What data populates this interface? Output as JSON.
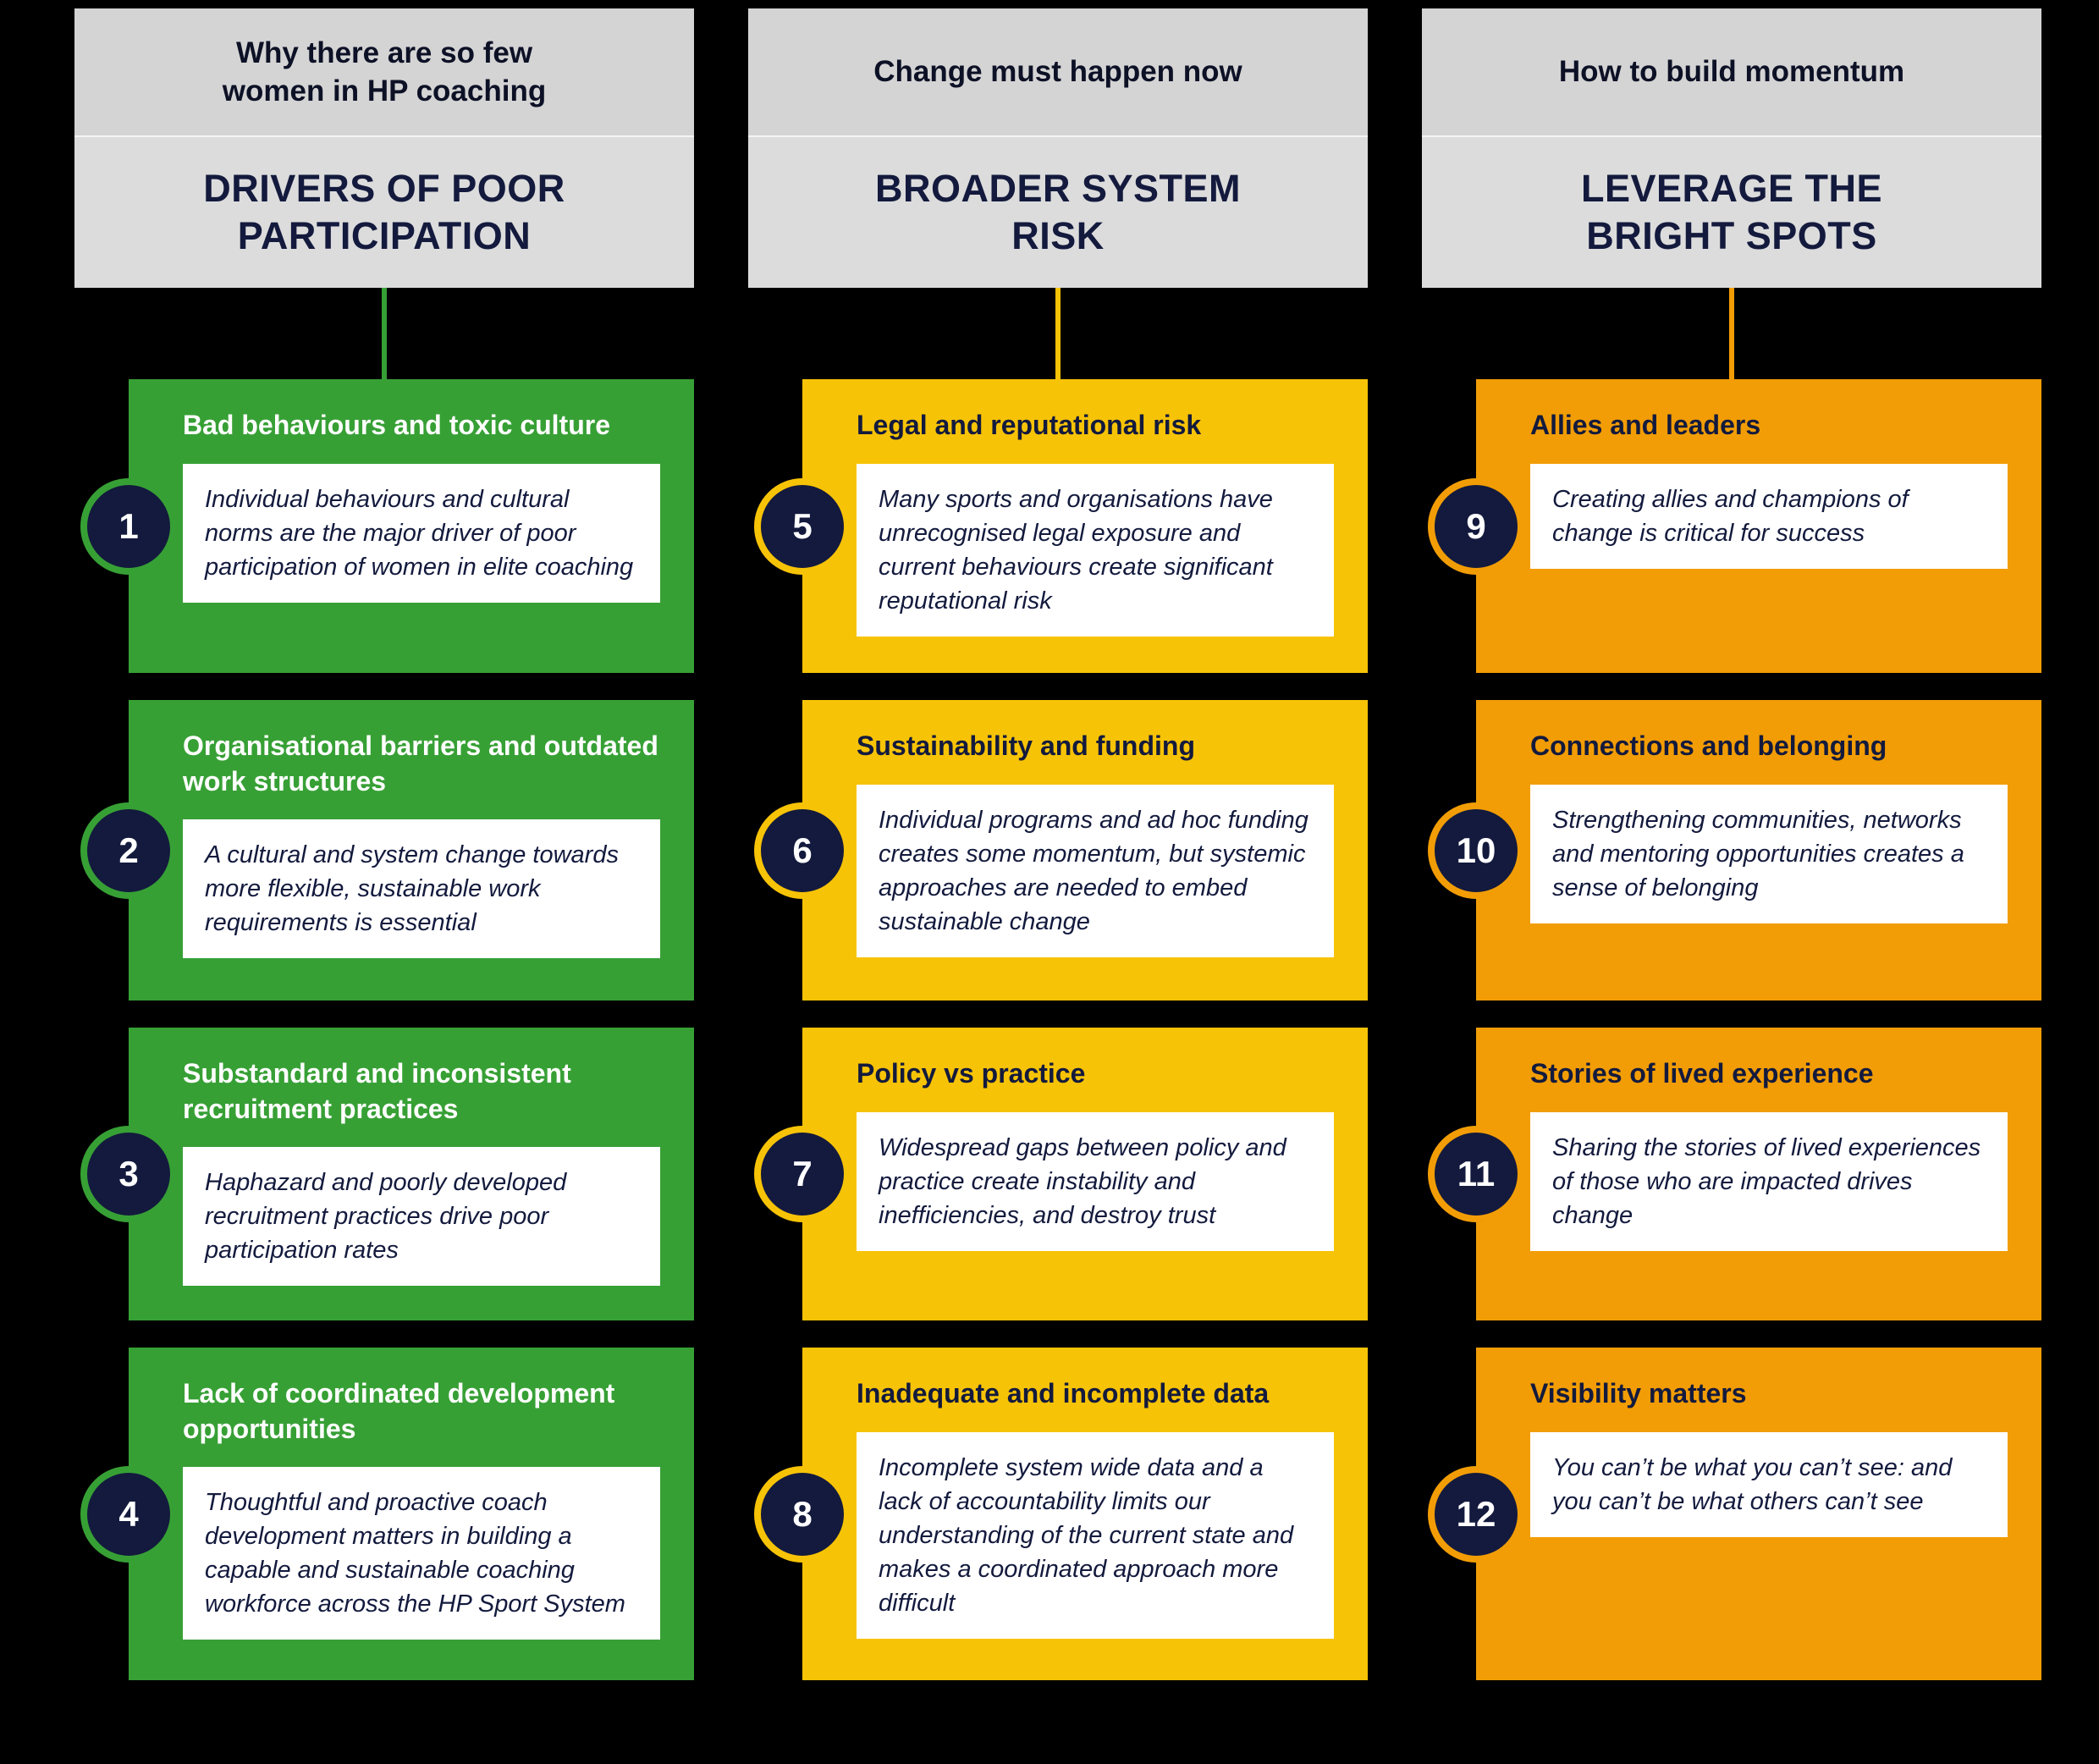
{
  "colors": {
    "background": "#000000",
    "header_top_gray": "#d4d4d4",
    "header_bottom_gray": "#dcdcdc",
    "navy": "#131a3d",
    "card_text_white": "#ffffff",
    "green": "#37a035",
    "yellow": "#f7c306",
    "orange": "#f29d05"
  },
  "columns": [
    {
      "id": "drivers",
      "accent": "#37a035",
      "tagline": "Why there are so few\nwomen in HP coaching",
      "title": "DRIVERS OF POOR\nPARTICIPATION",
      "cards": [
        {
          "number": "1",
          "title": "Bad behaviours and toxic culture",
          "body": "Individual behaviours and cultural norms are the major driver of poor participation of women in elite coaching"
        },
        {
          "number": "2",
          "title": "Organisational barriers and outdated work structures",
          "body": "A cultural and system change towards more flexible, sustainable work requirements is essential"
        },
        {
          "number": "3",
          "title": "Substandard and inconsistent recruitment practices",
          "body": "Haphazard and poorly developed recruitment practices drive poor participation rates"
        },
        {
          "number": "4",
          "title": "Lack of coordinated development opportunities",
          "body": "Thoughtful and proactive coach development matters in building a capable and sustainable coaching workforce across the HP Sport System"
        }
      ]
    },
    {
      "id": "system-risk",
      "accent": "#f7c306",
      "tagline": "Change must happen now",
      "title": "BROADER SYSTEM\nRISK",
      "cards": [
        {
          "number": "5",
          "title": "Legal and reputational risk",
          "body": "Many sports and organisations have unrecognised legal exposure and current behaviours create significant reputational risk"
        },
        {
          "number": "6",
          "title": "Sustainability and funding",
          "body": "Individual programs and ad hoc funding creates some momentum, but systemic approaches are needed to embed sustainable change"
        },
        {
          "number": "7",
          "title": "Policy vs practice",
          "body": "Widespread gaps between policy and practice create instability and inefficiencies, and destroy trust"
        },
        {
          "number": "8",
          "title": "Inadequate and incomplete data",
          "body": "Incomplete system wide data and a lack of accountability limits our understanding of the current state and makes a coordinated approach more difficult"
        }
      ]
    },
    {
      "id": "bright-spots",
      "accent": "#f29d05",
      "tagline": "How to build momentum",
      "title": "LEVERAGE THE\nBRIGHT SPOTS",
      "cards": [
        {
          "number": "9",
          "title": "Allies and leaders",
          "body": "Creating allies and champions of change is critical for success"
        },
        {
          "number": "10",
          "title": "Connections and belonging",
          "body": "Strengthening communities, networks and mentoring opportunities creates a sense of belonging"
        },
        {
          "number": "11",
          "title": "Stories of lived experience",
          "body": "Sharing the stories of lived experiences of those who are impacted drives change"
        },
        {
          "number": "12",
          "title": "Visibility matters",
          "body": "You can’t be what you can’t see: and you can’t be what others can’t see"
        }
      ]
    }
  ]
}
